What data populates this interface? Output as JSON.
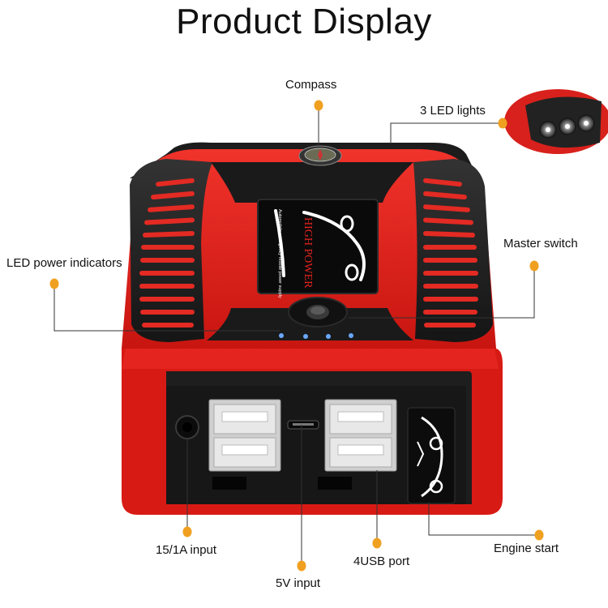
{
  "page": {
    "title": "Product Display"
  },
  "product": {
    "screen_brand": "HIGH POWER",
    "screen_tagline": "Automobile emergency mobile power supply"
  },
  "callouts": {
    "compass": "Compass",
    "led_lights": "3 LED lights",
    "master_switch": "Master switch",
    "led_indicators": "LED power indicators",
    "input_15v": "15/1A input",
    "input_5v": "5V input",
    "usb_port": "4USB port",
    "engine_start": "Engine start"
  },
  "colors": {
    "body_red": "#e8231f",
    "rubber_black": "#1e1e1e",
    "marker_orange": "#f0a020",
    "indicator_blue": "#6aa8ff"
  }
}
